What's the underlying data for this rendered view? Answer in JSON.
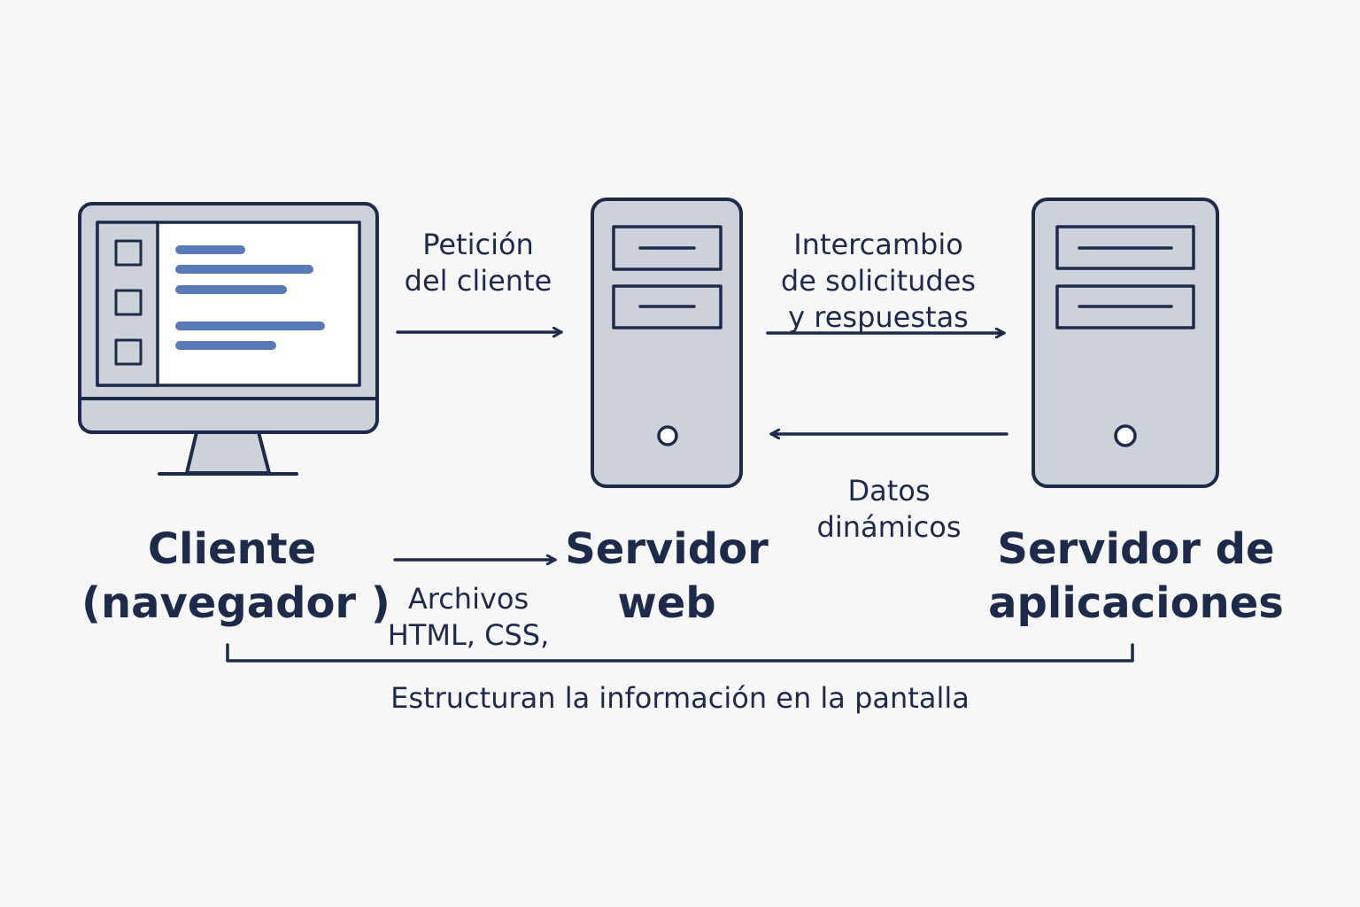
{
  "nodes": {
    "client": {
      "line1": "Cliente",
      "line2": "(navegador )"
    },
    "web_server": {
      "line1": "Servidor",
      "line2": "web"
    },
    "app_server": {
      "line1": "Servidor de",
      "line2": "aplicaciones"
    }
  },
  "arrows": {
    "client_request": {
      "line1": "Petición",
      "line2": "del cliente"
    },
    "exchange": {
      "line1": "Intercambio",
      "line2": "de solicitudes",
      "line3": "y respuestas"
    },
    "dynamic_data": {
      "line1": "Datos",
      "line2": "dinámicos"
    },
    "files": {
      "line1": "Archivos",
      "line2": "HTML, CSS,"
    }
  },
  "bracket_label": "Estructuran la información en la pantalla",
  "colors": {
    "stroke": "#1e2a4a",
    "fill": "#cdd2da",
    "screen": "#ffffff",
    "accent": "#5a79b8",
    "background": "#f7f7f8"
  },
  "icons": [
    "monitor-icon",
    "server-icon",
    "server-icon"
  ]
}
